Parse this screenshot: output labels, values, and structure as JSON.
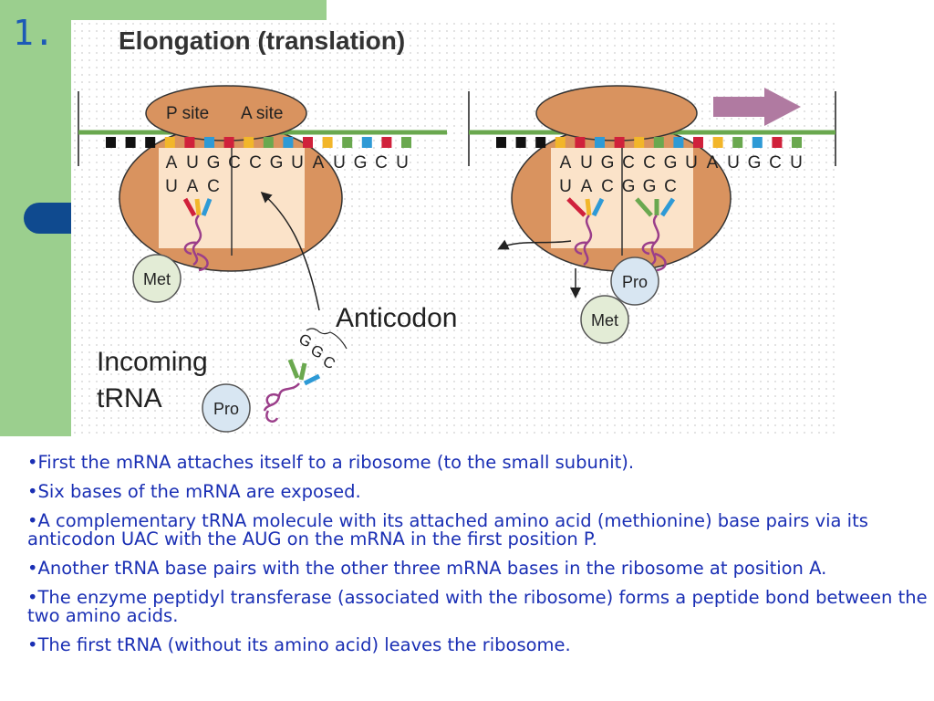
{
  "slide": {
    "number": "1."
  },
  "figure": {
    "title": "Elongation (translation)",
    "ribosome_labels": {
      "p_site": "P site",
      "a_site": "A site"
    },
    "left": {
      "mrna": [
        "A",
        "U",
        "G",
        "C",
        "C",
        "G",
        "U",
        "A",
        "U",
        "G",
        "C",
        "U"
      ],
      "anticodon": [
        "U",
        "A",
        "C"
      ]
    },
    "right": {
      "mrna": [
        "A",
        "U",
        "G",
        "C",
        "C",
        "G",
        "U",
        "A",
        "U",
        "G",
        "C",
        "U"
      ],
      "anticodon_p": [
        "U",
        "A",
        "C"
      ],
      "anticodon_a": [
        "G",
        "G",
        "C"
      ]
    },
    "amino_acids": {
      "met": "Met",
      "pro": "Pro"
    },
    "anticodon_label": "Anticodon",
    "incoming_label_line1": "Incoming",
    "incoming_label_line2": "tRNA",
    "incoming_codon": [
      "G",
      "G",
      "C"
    ],
    "colors": {
      "ribosome": "#d9935f",
      "ribosome_site": "#fbe3c9",
      "mrna_line": "#6aa84f",
      "arrow": "#b07aa1",
      "amino_fill": "#d8e6f2",
      "met_fill": "#e3ecd6",
      "trna_stem": "#9b3e8a"
    }
  },
  "bullets": [
    "•First the mRNA attaches itself to a ribosome (to the small subunit).",
    "•Six bases of the mRNA are exposed.",
    "•A complementary tRNA molecule with its attached amino acid (methionine) base pairs via its anticodon UAC with the AUG on the mRNA in the first position P.",
    "•Another tRNA base pairs with the other three mRNA bases in the ribosome at position A.",
    "•The enzyme peptidyl transferase (associated with the ribosome) forms a peptide bond between the two amino acids.",
    "•The first tRNA (without its amino acid) leaves the ribosome."
  ]
}
